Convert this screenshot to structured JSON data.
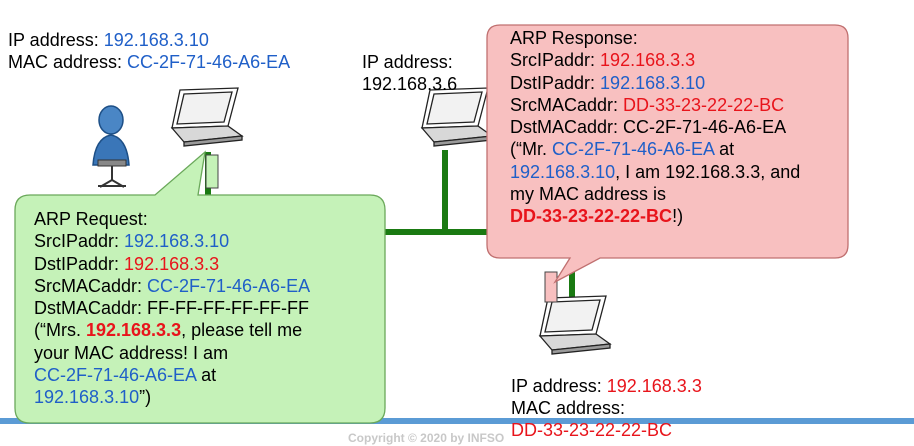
{
  "host_a": {
    "ip_label": "IP address: ",
    "ip_value": "192.168.3.10",
    "mac_label": "MAC address: ",
    "mac_value": "CC-2F-71-46-A6-EA"
  },
  "host_b": {
    "ip_label": "IP address:",
    "ip_value": "192.168.3.6"
  },
  "host_c": {
    "ip_label": "IP address: ",
    "ip_value": "192.168.3.3",
    "mac_label": "MAC address:",
    "mac_value": "DD-33-23-22-22-BC"
  },
  "arp_request": {
    "title": "ARP Request:",
    "src_ip_label": "SrcIPaddr: ",
    "src_ip_value": "192.168.3.10",
    "dst_ip_label": "DstIPaddr: ",
    "dst_ip_value": "192.168.3.3",
    "src_mac_label": "SrcMACaddr: ",
    "src_mac_value": "CC-2F-71-46-A6-EA",
    "dst_mac_label": "DstMACaddr: ",
    "dst_mac_value": "FF-FF-FF-FF-FF-FF",
    "msg_1": "(“Mrs. ",
    "msg_ip": "192.168.3.3",
    "msg_2": ", please tell me",
    "msg_3": "your MAC address! I am",
    "msg_mac": "CC-2F-71-46-A6-EA",
    "msg_4": " at",
    "msg_ip2": "192.168.3.10",
    "msg_5": "”)"
  },
  "arp_response": {
    "title": "ARP Response:",
    "src_ip_label": "SrcIPaddr: ",
    "src_ip_value": "192.168.3.3",
    "dst_ip_label": "DstIPaddr: ",
    "dst_ip_value": "192.168.3.10",
    "src_mac_label": "SrcMACaddr: ",
    "src_mac_value": "DD-33-23-22-22-BC",
    "dst_mac_label": "DstMACaddr: ",
    "dst_mac_value": "CC-2F-71-46-A6-EA",
    "msg_1": "(“Mr. ",
    "msg_mac": "CC-2F-71-46-A6-EA",
    "msg_2": " at",
    "msg_ip": "192.168.3.10",
    "msg_3": ", I am 192.168.3.3, and",
    "msg_4": "my MAC address is",
    "msg_mac2": "DD-33-23-22-22-BC",
    "msg_5": "!)"
  },
  "footer": {
    "copyright": "Copyright © 2020 by INFSO"
  },
  "colors": {
    "wire": "#1a7a12",
    "request_bubble": "#c5f2b8",
    "response_bubble": "#f8c0c0",
    "footer_bar": "#5b9bd5"
  }
}
